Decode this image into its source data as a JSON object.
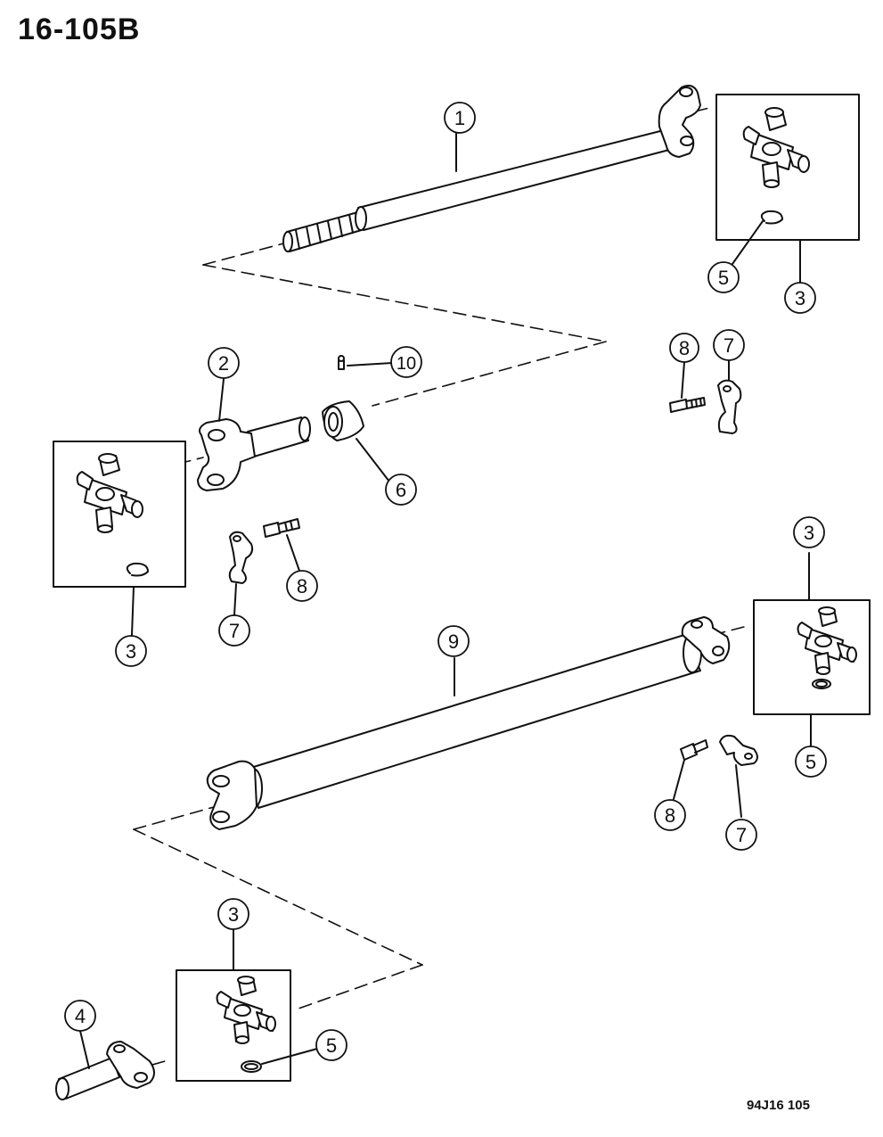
{
  "page_number": "16-105B",
  "figure_code": "94J16 105",
  "callouts": {
    "front_shaft": "1",
    "slip_yoke": "2",
    "uj_top": "3",
    "uj_top_ring": "5",
    "uj_left": "3",
    "dust_boot": "6",
    "grease_fitting": "10",
    "strap_top": "7",
    "bolt_top": "8",
    "strap_mid": "7",
    "bolt_mid": "8",
    "rear_shaft": "9",
    "uj_right": "3",
    "uj_right_ring": "5",
    "bolt_right": "8",
    "strap_right": "7",
    "uj_bottom": "3",
    "uj_bottom_ring": "5",
    "companion_yoke": "4"
  }
}
